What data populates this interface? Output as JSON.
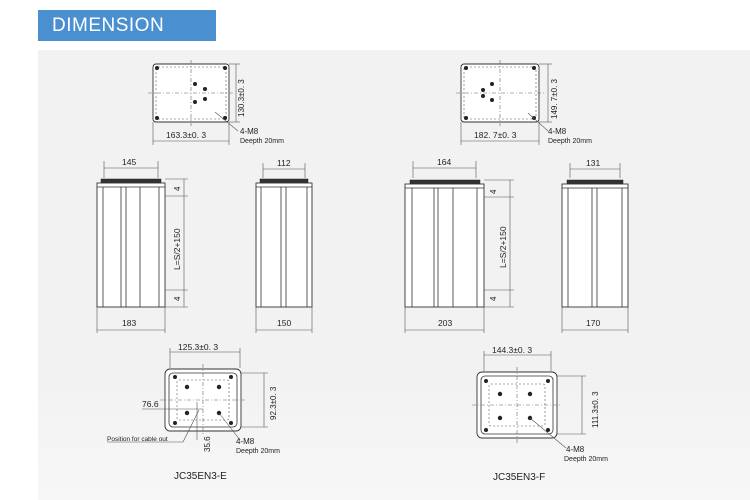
{
  "header": {
    "title": "DIMENSION"
  },
  "models": [
    {
      "name": "JC35EN3-E",
      "top_view": {
        "width_dim": "163.3±0. 3",
        "height_dim": "130.3±0. 3",
        "bolts": "4-M8",
        "depth": "Deepth  20mm"
      },
      "side_front": {
        "top_width": "145",
        "bottom_width": "183",
        "top_gap": "4",
        "length": "L=S/2+150",
        "bottom_gap": "4"
      },
      "side_right": {
        "top_width": "112",
        "bottom_width": "150"
      },
      "bottom_view": {
        "width_dim": "125.3±0. 3",
        "height_dim": "92.3±0. 3",
        "offset_x": "76.6",
        "offset_y": "35.6",
        "cable_note": "Position for cable out",
        "bolts": "4-M8",
        "depth": "Deepth  20mm"
      }
    },
    {
      "name": "JC35EN3-F",
      "top_view": {
        "width_dim": "182. 7±0. 3",
        "height_dim": "149. 7±0. 3",
        "bolts": "4-M8",
        "depth": "Deepth  20mm"
      },
      "side_front": {
        "top_width": "164",
        "bottom_width": "203",
        "top_gap": "4",
        "length": "L=S/2+150",
        "bottom_gap": "4"
      },
      "side_right": {
        "top_width": "131",
        "bottom_width": "170"
      },
      "bottom_view": {
        "width_dim": "144.3±0. 3",
        "height_dim": "111.3±0. 3",
        "bolts": "4-M8",
        "depth": "Deepth  20mm"
      }
    }
  ]
}
